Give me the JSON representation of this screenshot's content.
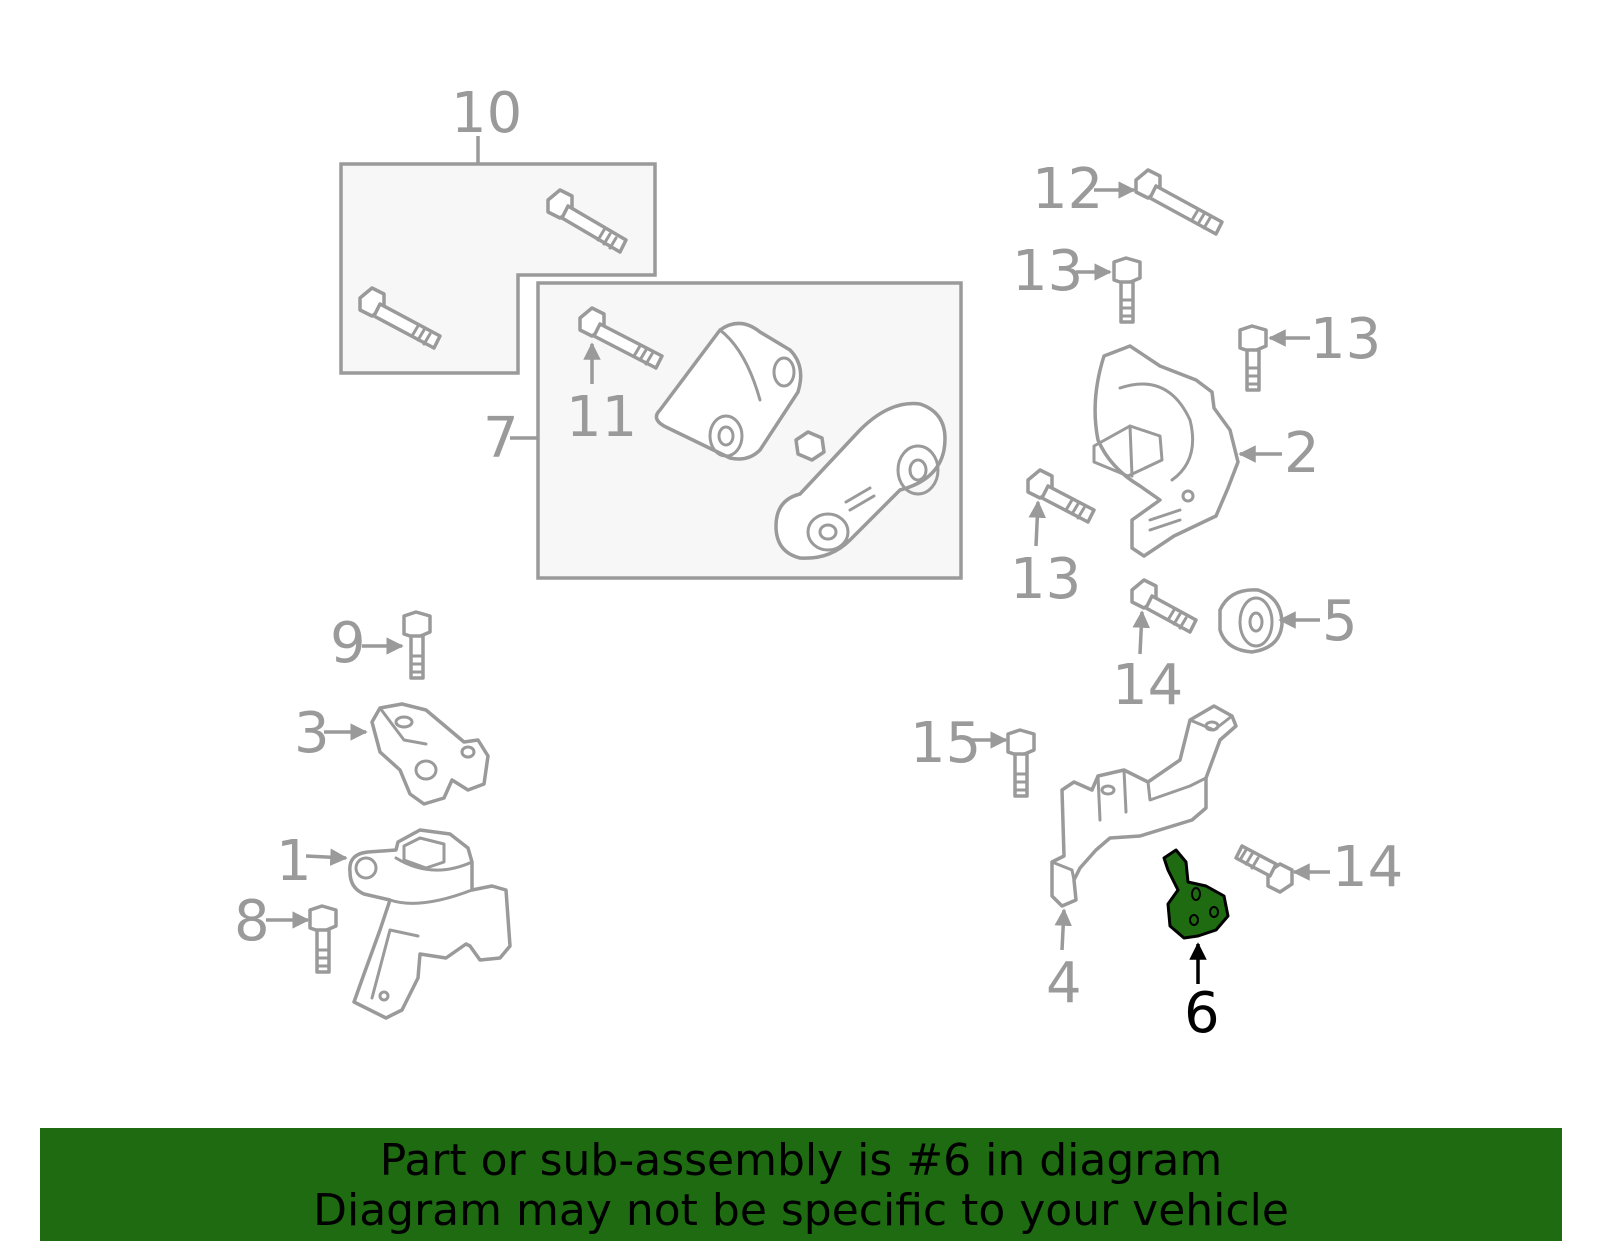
{
  "callouts": {
    "c1": "1",
    "c2": "2",
    "c3": "3",
    "c4": "4",
    "c5": "5",
    "c6": "6",
    "c7": "7",
    "c8": "8",
    "c9": "9",
    "c10": "10",
    "c11": "11",
    "c12": "12",
    "c13a": "13",
    "c13b": "13",
    "c13c": "13",
    "c14a": "14",
    "c14b": "14",
    "c15": "15"
  },
  "highlighted_part": "6",
  "colors": {
    "line": "#9a9a9a",
    "highlight_fill": "#1e6b12",
    "box_fill": "#f7f7f7"
  },
  "banner": {
    "line1": "Part or sub-assembly is #6 in diagram",
    "line2": "Diagram may not be specific to your vehicle"
  }
}
